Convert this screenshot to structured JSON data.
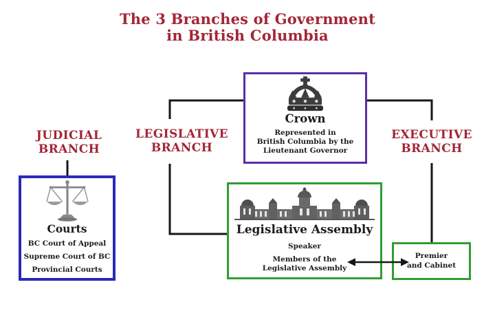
{
  "title": {
    "line1": "The 3 Branches of Government",
    "line2": "in British Columbia"
  },
  "colors": {
    "heading_red": "#a22636",
    "text_black": "#1b1b1b",
    "connector_black": "#161616",
    "crown_border_purple": "#5c2ca6",
    "courts_border_blue": "#2a2ab8",
    "assembly_border_green": "#2f9e33",
    "background": "#ffffff"
  },
  "branch_labels": {
    "judicial": {
      "line1": "JUDICIAL",
      "line2": "BRANCH"
    },
    "legislative": {
      "line1": "LEGISLATIVE",
      "line2": "BRANCH"
    },
    "executive": {
      "line1": "EXECUTIVE",
      "line2": "BRANCH"
    }
  },
  "crown_box": {
    "icon": "royal-crown-icon",
    "title": "Crown",
    "subtitle_line1": "Represented in",
    "subtitle_line2": "British Columbia by the",
    "subtitle_line3": "Lieutenant Governor"
  },
  "courts_box": {
    "icon": "scales-of-justice-icon",
    "title": "Courts",
    "items": [
      "BC Court of Appeal",
      "Supreme Court of BC",
      "Provincial Courts"
    ]
  },
  "assembly_box": {
    "icon": "parliament-building-icon",
    "title": "Legislative Assembly",
    "speaker": "Speaker",
    "members_line1": "Members of the",
    "members_line2": "Legislative Assembly"
  },
  "premier_box": {
    "line1": "Premier",
    "line2": "and Cabinet"
  }
}
